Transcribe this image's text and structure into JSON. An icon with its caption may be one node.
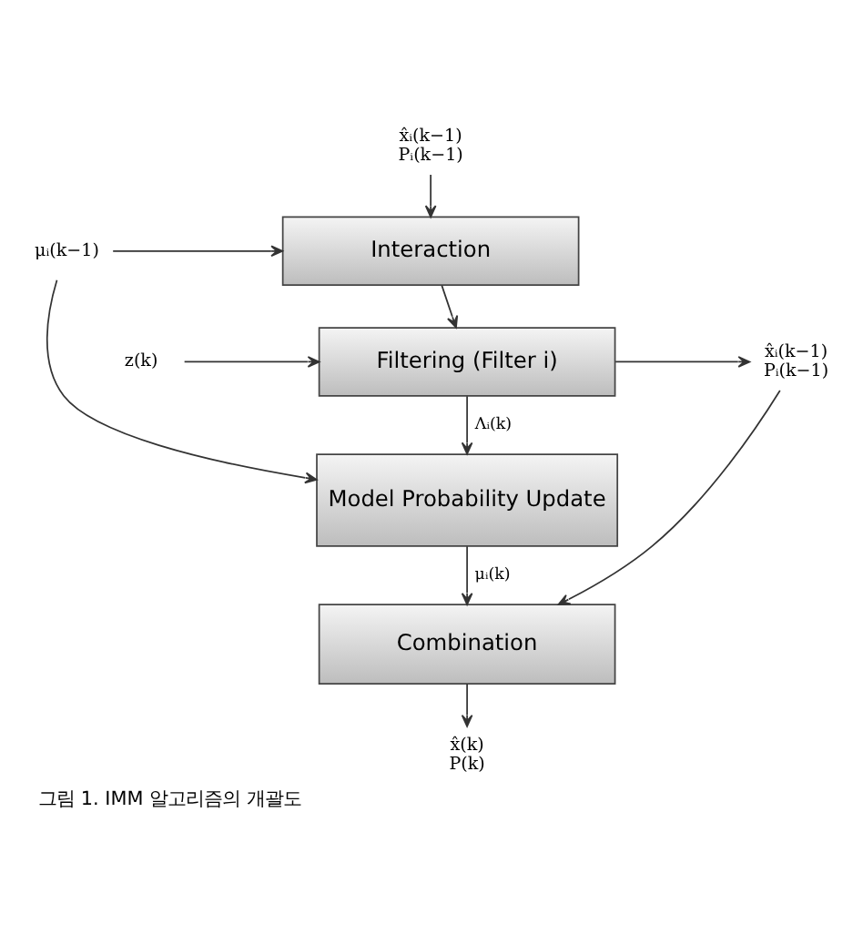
{
  "diagram": {
    "caption": "그림 1. IMM 알고리즘의 개괄도",
    "nodes": [
      {
        "text": [
          "x̂ᵢ(k−1)",
          "Pᵢ(k−1)"
        ]
      },
      {
        "text": [
          "Interaction"
        ]
      },
      {
        "text": [
          "μᵢ(k−1)"
        ]
      },
      {
        "text": [
          "z(k)"
        ]
      },
      {
        "text": [
          "Filtering (Filter i)"
        ]
      },
      {
        "text": [
          "x̂ᵢ(k−1)",
          "Pᵢ(k−1)"
        ]
      },
      {
        "text": [
          "Model Probability Update"
        ]
      },
      {
        "text": [
          "Combination"
        ]
      },
      {
        "text": [
          "x̂(k)",
          "P(k)"
        ]
      }
    ],
    "edges": [
      {
        "from": 0,
        "to": 1,
        "arrow": "to"
      },
      {
        "from": 2,
        "to": 1,
        "arrow": "to"
      },
      {
        "from": 2,
        "to": 6,
        "arrow": "to"
      },
      {
        "from": 1,
        "to": 4,
        "arrow": "to"
      },
      {
        "from": 3,
        "to": 4,
        "arrow": "to"
      },
      {
        "from": 4,
        "to": 5,
        "arrow": "to"
      },
      {
        "from": 4,
        "to": 6,
        "label": "Λᵢ(k)",
        "arrow": "to"
      },
      {
        "from": 6,
        "to": 7,
        "label": "μᵢ(k)",
        "arrow": "to"
      },
      {
        "from": 5,
        "to": 7,
        "arrow": "to"
      },
      {
        "from": 7,
        "to": 8,
        "arrow": "to"
      }
    ]
  }
}
